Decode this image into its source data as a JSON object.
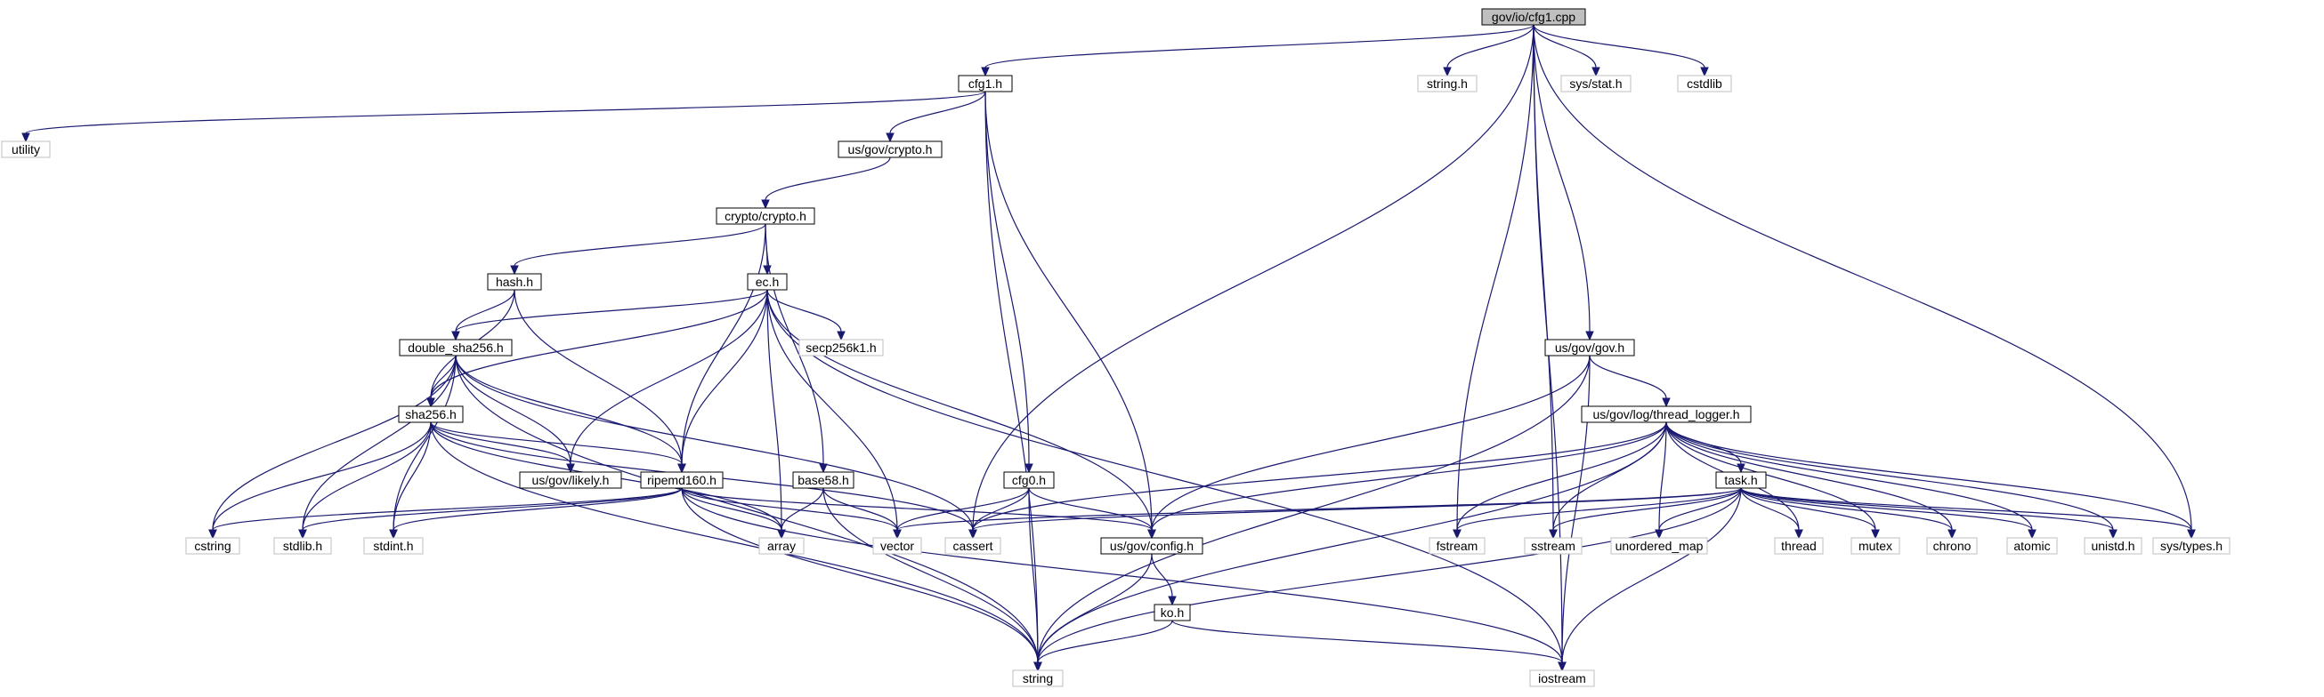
{
  "graph": {
    "colors": {
      "edge": "#191970",
      "main_fill": "#bfbfbf",
      "main_border": "#000000",
      "local_border": "#000000",
      "system_border": "#bfbfbf",
      "text": "#000000"
    },
    "nodes": [
      {
        "id": "cfg1_cpp",
        "label": "gov/io/cfg1.cpp",
        "kind": "main"
      },
      {
        "id": "cfg1_h",
        "label": "cfg1.h",
        "kind": "local"
      },
      {
        "id": "string_h",
        "label": "string.h",
        "kind": "system"
      },
      {
        "id": "sys_stat_h",
        "label": "sys/stat.h",
        "kind": "system"
      },
      {
        "id": "cstdlib",
        "label": "cstdlib",
        "kind": "system"
      },
      {
        "id": "utility",
        "label": "utility",
        "kind": "system"
      },
      {
        "id": "us_gov_crypto_h",
        "label": "us/gov/crypto.h",
        "kind": "local"
      },
      {
        "id": "crypto_crypto_h",
        "label": "crypto/crypto.h",
        "kind": "local"
      },
      {
        "id": "hash_h",
        "label": "hash.h",
        "kind": "local"
      },
      {
        "id": "ec_h",
        "label": "ec.h",
        "kind": "local"
      },
      {
        "id": "secp256k1_h",
        "label": "secp256k1.h",
        "kind": "system"
      },
      {
        "id": "double_sha256_h",
        "label": "double_sha256.h",
        "kind": "local"
      },
      {
        "id": "us_gov_gov_h",
        "label": "us/gov/gov.h",
        "kind": "local"
      },
      {
        "id": "thread_logger_h",
        "label": "us/gov/log/thread_logger.h",
        "kind": "local"
      },
      {
        "id": "sha256_h",
        "label": "sha256.h",
        "kind": "local"
      },
      {
        "id": "us_gov_likely_h",
        "label": "us/gov/likely.h",
        "kind": "local"
      },
      {
        "id": "ripemd160_h",
        "label": "ripemd160.h",
        "kind": "local"
      },
      {
        "id": "base58_h",
        "label": "base58.h",
        "kind": "local"
      },
      {
        "id": "cfg0_h",
        "label": "cfg0.h",
        "kind": "local"
      },
      {
        "id": "task_h",
        "label": "task.h",
        "kind": "local"
      },
      {
        "id": "cstring",
        "label": "cstring",
        "kind": "system"
      },
      {
        "id": "stdlib_h",
        "label": "stdlib.h",
        "kind": "system"
      },
      {
        "id": "stdint_h",
        "label": "stdint.h",
        "kind": "system"
      },
      {
        "id": "array",
        "label": "array",
        "kind": "system"
      },
      {
        "id": "vector",
        "label": "vector",
        "kind": "system"
      },
      {
        "id": "cassert",
        "label": "cassert",
        "kind": "system"
      },
      {
        "id": "us_gov_config_h",
        "label": "us/gov/config.h",
        "kind": "local"
      },
      {
        "id": "fstream",
        "label": "fstream",
        "kind": "system"
      },
      {
        "id": "sstream",
        "label": "sstream",
        "kind": "system"
      },
      {
        "id": "unordered_map",
        "label": "unordered_map",
        "kind": "system"
      },
      {
        "id": "thread",
        "label": "thread",
        "kind": "system"
      },
      {
        "id": "mutex",
        "label": "mutex",
        "kind": "system"
      },
      {
        "id": "chrono",
        "label": "chrono",
        "kind": "system"
      },
      {
        "id": "atomic",
        "label": "atomic",
        "kind": "system"
      },
      {
        "id": "unistd_h",
        "label": "unistd.h",
        "kind": "system"
      },
      {
        "id": "sys_types_h",
        "label": "sys/types.h",
        "kind": "system"
      },
      {
        "id": "ko_h",
        "label": "ko.h",
        "kind": "local"
      },
      {
        "id": "string",
        "label": "string",
        "kind": "system"
      },
      {
        "id": "iostream",
        "label": "iostream",
        "kind": "system"
      }
    ],
    "edges": [
      [
        "cfg1_cpp",
        "cfg1_h"
      ],
      [
        "cfg1_cpp",
        "string_h"
      ],
      [
        "cfg1_cpp",
        "sys_stat_h"
      ],
      [
        "cfg1_cpp",
        "cstdlib"
      ],
      [
        "cfg1_cpp",
        "cassert"
      ],
      [
        "cfg1_cpp",
        "fstream"
      ],
      [
        "cfg1_cpp",
        "sstream"
      ],
      [
        "cfg1_cpp",
        "us_gov_gov_h"
      ],
      [
        "cfg1_cpp",
        "sys_types_h"
      ],
      [
        "cfg1_cpp",
        "iostream"
      ],
      [
        "cfg1_h",
        "utility"
      ],
      [
        "cfg1_h",
        "us_gov_crypto_h"
      ],
      [
        "cfg1_h",
        "cfg0_h"
      ],
      [
        "cfg1_h",
        "us_gov_config_h"
      ],
      [
        "cfg1_h",
        "string"
      ],
      [
        "us_gov_crypto_h",
        "crypto_crypto_h"
      ],
      [
        "crypto_crypto_h",
        "hash_h"
      ],
      [
        "crypto_crypto_h",
        "ec_h"
      ],
      [
        "crypto_crypto_h",
        "base58_h"
      ],
      [
        "crypto_crypto_h",
        "ripemd160_h"
      ],
      [
        "hash_h",
        "double_sha256_h"
      ],
      [
        "hash_h",
        "sha256_h"
      ],
      [
        "hash_h",
        "ripemd160_h"
      ],
      [
        "ec_h",
        "secp256k1_h"
      ],
      [
        "ec_h",
        "double_sha256_h"
      ],
      [
        "ec_h",
        "sha256_h"
      ],
      [
        "ec_h",
        "us_gov_likely_h"
      ],
      [
        "ec_h",
        "ripemd160_h"
      ],
      [
        "ec_h",
        "array"
      ],
      [
        "ec_h",
        "vector"
      ],
      [
        "ec_h",
        "us_gov_config_h"
      ],
      [
        "ec_h",
        "iostream"
      ],
      [
        "double_sha256_h",
        "sha256_h"
      ],
      [
        "double_sha256_h",
        "us_gov_likely_h"
      ],
      [
        "double_sha256_h",
        "ripemd160_h"
      ],
      [
        "double_sha256_h",
        "cstring"
      ],
      [
        "double_sha256_h",
        "stdlib_h"
      ],
      [
        "double_sha256_h",
        "stdint_h"
      ],
      [
        "double_sha256_h",
        "cassert"
      ],
      [
        "double_sha256_h",
        "string"
      ],
      [
        "sha256_h",
        "us_gov_likely_h"
      ],
      [
        "sha256_h",
        "ripemd160_h"
      ],
      [
        "sha256_h",
        "cstring"
      ],
      [
        "sha256_h",
        "stdlib_h"
      ],
      [
        "sha256_h",
        "stdint_h"
      ],
      [
        "sha256_h",
        "array"
      ],
      [
        "sha256_h",
        "cassert"
      ],
      [
        "sha256_h",
        "string"
      ],
      [
        "ripemd160_h",
        "cstring"
      ],
      [
        "ripemd160_h",
        "stdlib_h"
      ],
      [
        "ripemd160_h",
        "stdint_h"
      ],
      [
        "ripemd160_h",
        "array"
      ],
      [
        "ripemd160_h",
        "vector"
      ],
      [
        "ripemd160_h",
        "us_gov_config_h"
      ],
      [
        "ripemd160_h",
        "string"
      ],
      [
        "ripemd160_h",
        "iostream"
      ],
      [
        "base58_h",
        "array"
      ],
      [
        "base58_h",
        "vector"
      ],
      [
        "base58_h",
        "string"
      ],
      [
        "cfg0_h",
        "vector"
      ],
      [
        "cfg0_h",
        "cassert"
      ],
      [
        "cfg0_h",
        "us_gov_config_h"
      ],
      [
        "cfg0_h",
        "string"
      ],
      [
        "us_gov_gov_h",
        "thread_logger_h"
      ],
      [
        "us_gov_gov_h",
        "us_gov_config_h"
      ],
      [
        "us_gov_gov_h",
        "string"
      ],
      [
        "us_gov_gov_h",
        "iostream"
      ],
      [
        "thread_logger_h",
        "task_h"
      ],
      [
        "thread_logger_h",
        "cassert"
      ],
      [
        "thread_logger_h",
        "us_gov_config_h"
      ],
      [
        "thread_logger_h",
        "fstream"
      ],
      [
        "thread_logger_h",
        "sstream"
      ],
      [
        "thread_logger_h",
        "unordered_map"
      ],
      [
        "thread_logger_h",
        "thread"
      ],
      [
        "thread_logger_h",
        "mutex"
      ],
      [
        "thread_logger_h",
        "chrono"
      ],
      [
        "thread_logger_h",
        "atomic"
      ],
      [
        "thread_logger_h",
        "unistd_h"
      ],
      [
        "thread_logger_h",
        "sys_types_h"
      ],
      [
        "thread_logger_h",
        "string"
      ],
      [
        "task_h",
        "vector"
      ],
      [
        "task_h",
        "cassert"
      ],
      [
        "task_h",
        "fstream"
      ],
      [
        "task_h",
        "sstream"
      ],
      [
        "task_h",
        "unordered_map"
      ],
      [
        "task_h",
        "thread"
      ],
      [
        "task_h",
        "mutex"
      ],
      [
        "task_h",
        "chrono"
      ],
      [
        "task_h",
        "atomic"
      ],
      [
        "task_h",
        "unistd_h"
      ],
      [
        "task_h",
        "sys_types_h"
      ],
      [
        "task_h",
        "string"
      ],
      [
        "task_h",
        "iostream"
      ],
      [
        "us_gov_config_h",
        "ko_h"
      ],
      [
        "us_gov_config_h",
        "string"
      ],
      [
        "ko_h",
        "string"
      ],
      [
        "ko_h",
        "iostream"
      ]
    ]
  }
}
